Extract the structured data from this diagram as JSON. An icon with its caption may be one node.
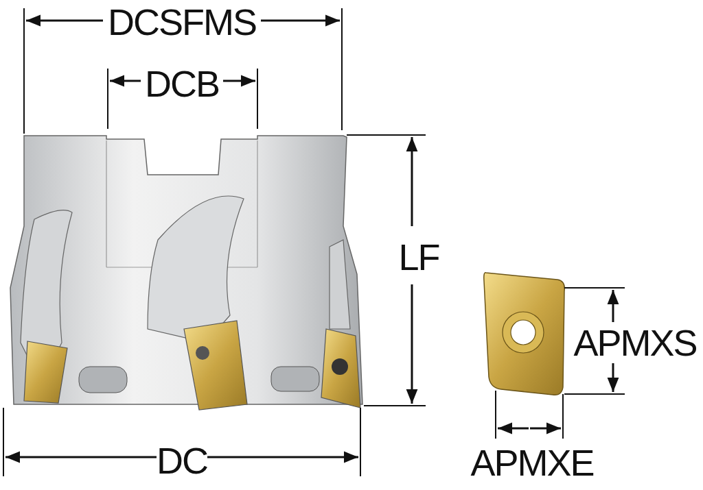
{
  "diagram": {
    "labels": [
      "DCSFMS",
      "DCB",
      "LF",
      "APMXS",
      "DC",
      "APMXE"
    ]
  }
}
